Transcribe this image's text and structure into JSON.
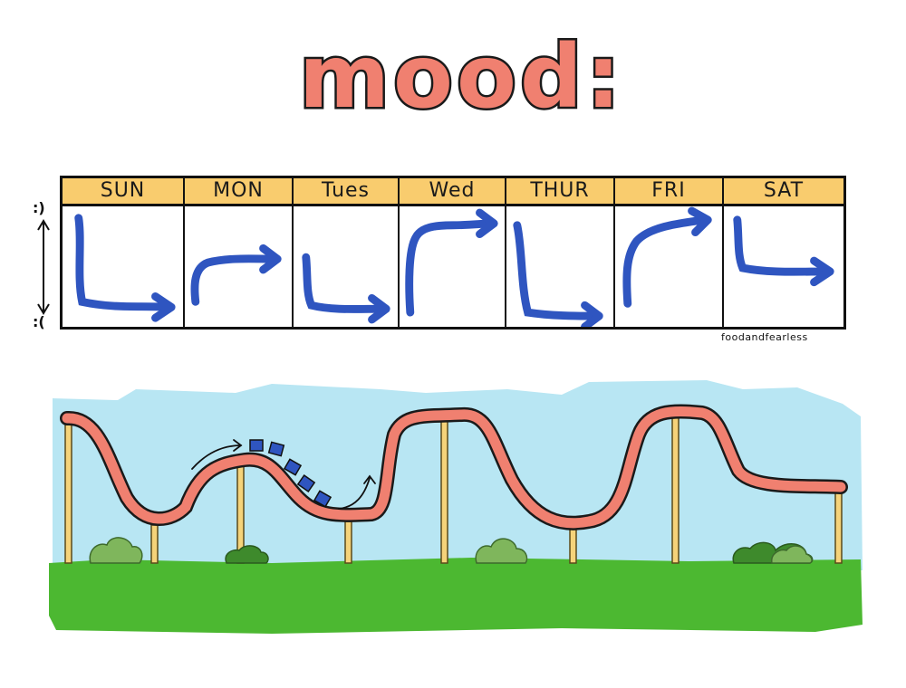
{
  "title": "mood:",
  "scale": {
    "top": ":)",
    "bottom": ":("
  },
  "days": [
    {
      "label": "SUN",
      "trend": "crash-then-flat"
    },
    {
      "label": "MON",
      "trend": "rise-then-flat"
    },
    {
      "label": "Tues",
      "trend": "crash-then-flat"
    },
    {
      "label": "Wed",
      "trend": "rise-then-flat"
    },
    {
      "label": "THUR",
      "trend": "crash-then-flat"
    },
    {
      "label": "FRI",
      "trend": "rise-then-flat"
    },
    {
      "label": "SAT",
      "trend": "crash-then-flat"
    }
  ],
  "credit": "foodandfearless",
  "colors": {
    "title_fill": "#f08070",
    "header_fill": "#f9cc6e",
    "arrow": "#2f55c0",
    "sky": "#b8e6f3",
    "grass": "#4cb831",
    "track": "#f08070",
    "posts": "#f5d37a",
    "bushes": "#6faf52",
    "cars": "#2f55c0"
  },
  "icons": [
    "arrow-icon",
    "roller-coaster-car-icon",
    "bush-icon"
  ]
}
